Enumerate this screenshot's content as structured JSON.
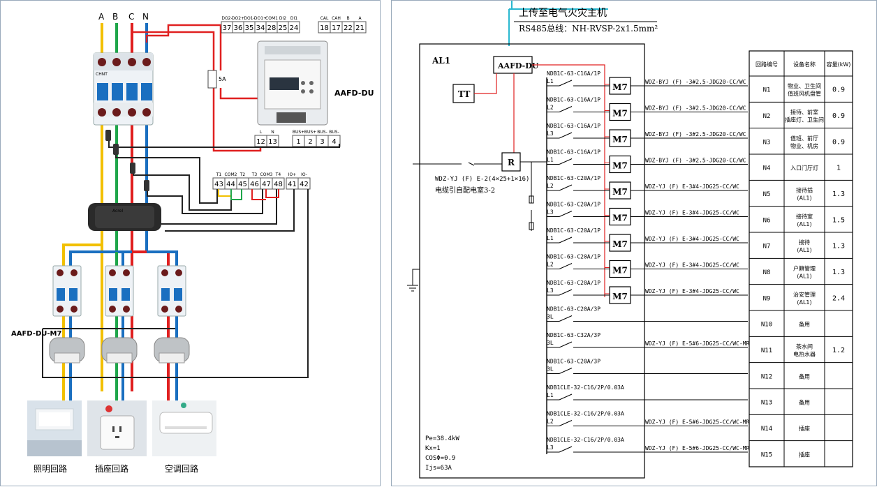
{
  "left": {
    "phases": [
      "A",
      "B",
      "C",
      "N"
    ],
    "fuse_label": "5A",
    "device_label": "AAFD-DU",
    "m7_label": "AAFD-DU-M7",
    "top_terminals": [
      {
        "name": "DO2-",
        "num": "37"
      },
      {
        "name": "DO2+",
        "num": "36"
      },
      {
        "name": "DO1-",
        "num": "35"
      },
      {
        "name": "DO1+",
        "num": "34"
      },
      {
        "name": "COM1",
        "num": "28"
      },
      {
        "name": "DI2",
        "num": "25"
      },
      {
        "name": "DI1",
        "num": "24"
      },
      {
        "name": "CAL",
        "num": "18"
      },
      {
        "name": "CAH",
        "num": "17"
      },
      {
        "name": "B",
        "num": "22"
      },
      {
        "name": "A",
        "num": "21"
      }
    ],
    "ln_terminals": [
      {
        "name": "L",
        "num": "12"
      },
      {
        "name": "N",
        "num": "13"
      }
    ],
    "bus_terminals": [
      {
        "name": "BUS+",
        "num": "1"
      },
      {
        "name": "BUS+",
        "num": "2"
      },
      {
        "name": "BUS-",
        "num": "3"
      },
      {
        "name": "BUS-",
        "num": "4"
      }
    ],
    "t_terminals": [
      {
        "name": "T1",
        "num": "43"
      },
      {
        "name": "COM2",
        "num": "44"
      },
      {
        "name": "T2",
        "num": "45"
      },
      {
        "name": "T3",
        "num": "46"
      },
      {
        "name": "COM3",
        "num": "47"
      },
      {
        "name": "T4",
        "num": "48"
      }
    ],
    "io_terminals": [
      {
        "name": "IO+",
        "num": "41"
      },
      {
        "name": "IO-",
        "num": "42"
      }
    ],
    "breaker_brand": "CHNT",
    "ct_brand": "Acrel",
    "loads": [
      "照明回路",
      "插座回路",
      "空调回路"
    ]
  },
  "right": {
    "header_line1": "上传至电气火灾主机",
    "header_line2": "RS485总线：NH-RVSP-2x1.5mm²",
    "panel_name": "AL1",
    "aafd_box": "AAFD-DU",
    "tt_box": "TT",
    "r_box": "R",
    "incoming_cable": "WDZ-YJ (F) E-2(4×25+1×16)",
    "incoming_source": "电缆引自配电室3-2",
    "params": [
      "Pe=38.4kW",
      "Kx=1",
      "COSΦ=0.9",
      "Ijs=63A"
    ],
    "m7_label": "M7",
    "circuits": [
      {
        "breaker": "NDB1C-63-C16A/1P",
        "phase": "L1",
        "cable": "WDZ-BYJ (F) -3#2.5-JDG20-CC/WC",
        "no": "N1",
        "name": "物业、卫生间\n值班风机盘管",
        "kw": "0.9",
        "m7": true
      },
      {
        "breaker": "NDB1C-63-C16A/1P",
        "phase": "L2",
        "cable": "WDZ-BYJ (F) -3#2.5-JDG20-CC/WC",
        "no": "N2",
        "name": "接待、前室\n插座灯、卫生间",
        "kw": "0.9",
        "m7": true
      },
      {
        "breaker": "NDB1C-63-C16A/1P",
        "phase": "L3",
        "cable": "WDZ-BYJ (F) -3#2.5-JDG20-CC/WC",
        "no": "N3",
        "name": "值班、前厅\n物业、机房",
        "kw": "0.9",
        "m7": true
      },
      {
        "breaker": "NDB1C-63-C16A/1P",
        "phase": "L1",
        "cable": "WDZ-BYJ (F) -3#2.5-JDG20-CC/WC",
        "no": "N4",
        "name": "入口门厅灯",
        "kw": "1",
        "m7": true
      },
      {
        "breaker": "NDB1C-63-C20A/1P",
        "phase": "L2",
        "cable": "WDZ-YJ (F) E-3#4-JDG25-CC/WC",
        "no": "N5",
        "name": "接待插\n(AL1)",
        "kw": "1.3",
        "m7": true
      },
      {
        "breaker": "NDB1C-63-C20A/1P",
        "phase": "L3",
        "cable": "WDZ-YJ (F) E-3#4-JDG25-CC/WC",
        "no": "N6",
        "name": "接待室\n(AL1)",
        "kw": "1.5",
        "m7": true
      },
      {
        "breaker": "NDB1C-63-C20A/1P",
        "phase": "L1",
        "cable": "WDZ-YJ (F) E-3#4-JDG25-CC/WC",
        "no": "N7",
        "name": "接待\n(AL1)",
        "kw": "1.3",
        "m7": true
      },
      {
        "breaker": "NDB1C-63-C20A/1P",
        "phase": "L2",
        "cable": "WDZ-YJ (F) E-3#4-JDG25-CC/WC",
        "no": "N8",
        "name": "户籍管理\n(AL1)",
        "kw": "1.3",
        "m7": true
      },
      {
        "breaker": "NDB1C-63-C20A/1P",
        "phase": "L3",
        "cable": "WDZ-YJ (F) E-3#4-JDG25-CC/WC",
        "no": "N9",
        "name": "治安管理\n(AL1)",
        "kw": "2.4",
        "m7": true
      },
      {
        "breaker": "NDB1C-63-C20A/3P",
        "phase": "3L",
        "cable": "",
        "no": "N10",
        "name": "备用",
        "kw": "",
        "m7": false
      },
      {
        "breaker": "NDB1C-63-C32A/3P",
        "phase": "3L",
        "cable": "WDZ-YJ (F) E-5#6-JDG25-CC/WC-MR",
        "no": "N11",
        "name": "茶水间\n电热水器",
        "kw": "1.2",
        "m7": false
      },
      {
        "breaker": "NDB1C-63-C20A/3P",
        "phase": "3L",
        "cable": "",
        "no": "N12",
        "name": "备用",
        "kw": "",
        "m7": false
      },
      {
        "breaker": "NDB1CLE-32-C16/2P/0.03A",
        "phase": "L1",
        "cable": "",
        "no": "N13",
        "name": "备用",
        "kw": "",
        "m7": false
      },
      {
        "breaker": "NDB1CLE-32-C16/2P/0.03A",
        "phase": "L2",
        "cable": "WDZ-YJ (F) E-5#6-JDG25-CC/WC-MR",
        "no": "N14",
        "name": "插座",
        "kw": "",
        "m7": false
      },
      {
        "breaker": "NDB1CLE-32-C16/2P/0.03A",
        "phase": "L3",
        "cable": "WDZ-YJ (F) E-5#6-JDG25-CC/WC-MR",
        "no": "N15",
        "name": "插座",
        "kw": "",
        "m7": false
      }
    ],
    "table_headers": [
      "回路编号",
      "设备名称",
      "容量(kW)"
    ]
  }
}
